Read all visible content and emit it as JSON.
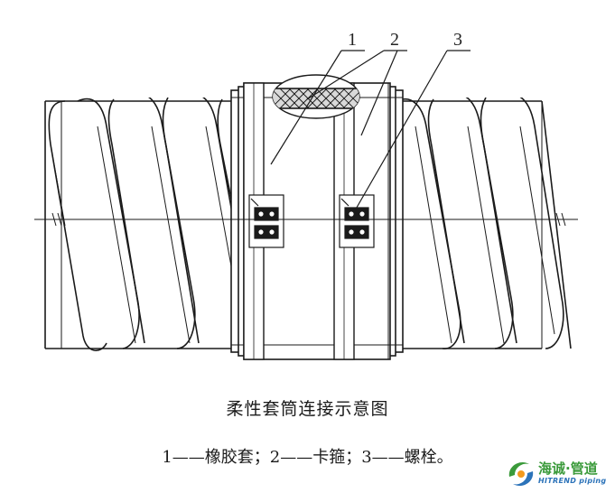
{
  "diagram": {
    "callouts": [
      "1",
      "2",
      "3"
    ]
  },
  "caption": {
    "title": "柔性套筒连接示意图",
    "legend": "1——橡胶套；2——卡箍；3——螺栓。"
  },
  "logo": {
    "name": "海诚·管道",
    "tagline": "HITREND piping",
    "colors": {
      "green": "#3a9a3a",
      "blue": "#2c73b9",
      "orange": "#f29a1d"
    }
  }
}
